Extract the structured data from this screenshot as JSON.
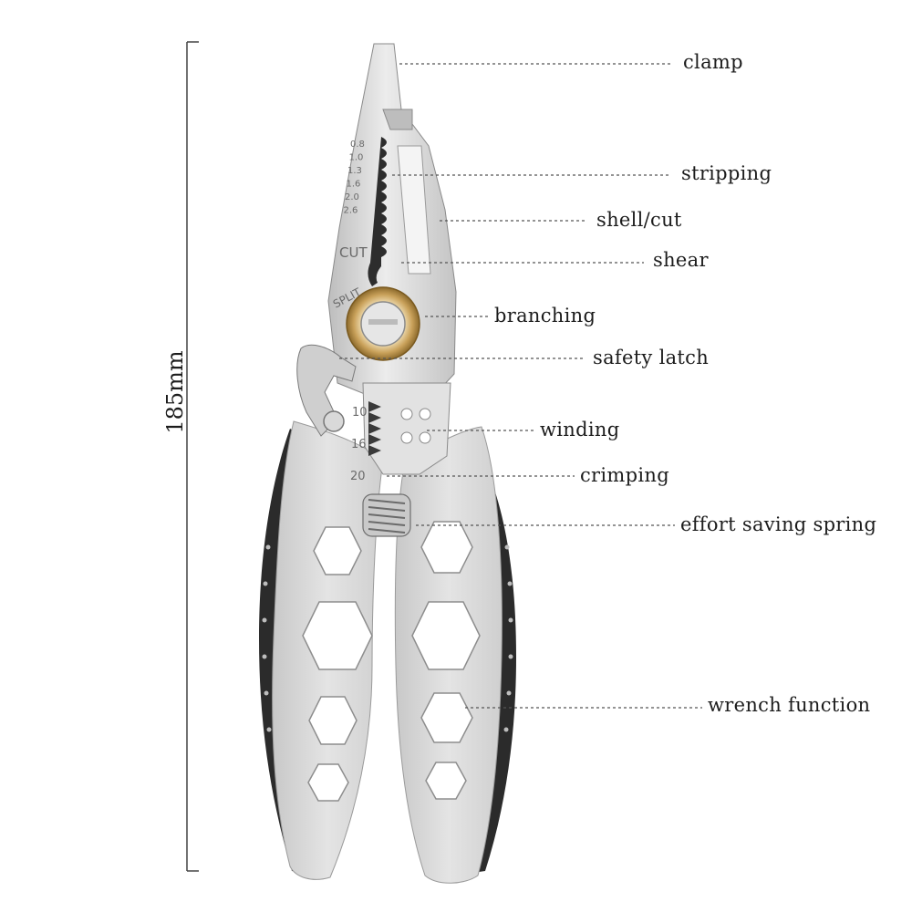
{
  "dimension": {
    "label": "185mm"
  },
  "callouts": [
    {
      "id": "clamp",
      "label": "clamp"
    },
    {
      "id": "stripping",
      "label": "stripping"
    },
    {
      "id": "shell-cut",
      "label": "shell/cut"
    },
    {
      "id": "shear",
      "label": "shear"
    },
    {
      "id": "branching",
      "label": "branching"
    },
    {
      "id": "safety-latch",
      "label": "safety latch"
    },
    {
      "id": "winding",
      "label": "winding"
    },
    {
      "id": "crimping",
      "label": "crimping"
    },
    {
      "id": "effort-saving-spring",
      "label": "effort saving spring"
    },
    {
      "id": "wrench-function",
      "label": "wrench function"
    }
  ],
  "engravings": {
    "strip_gauges": [
      "0.8",
      "1.0",
      "1.3",
      "1.6",
      "2.0",
      "2.6"
    ],
    "cut": "CUT",
    "split": "SPLIT",
    "crimp_sizes": [
      "10",
      "16",
      "20"
    ]
  },
  "colors": {
    "steel": "#d9d9d9",
    "handle_light": "#dcdcdc",
    "handle_dark": "#2b2b2b",
    "brass": "#c9a15a",
    "leader": "#555555",
    "text": "#1c1c1c"
  }
}
